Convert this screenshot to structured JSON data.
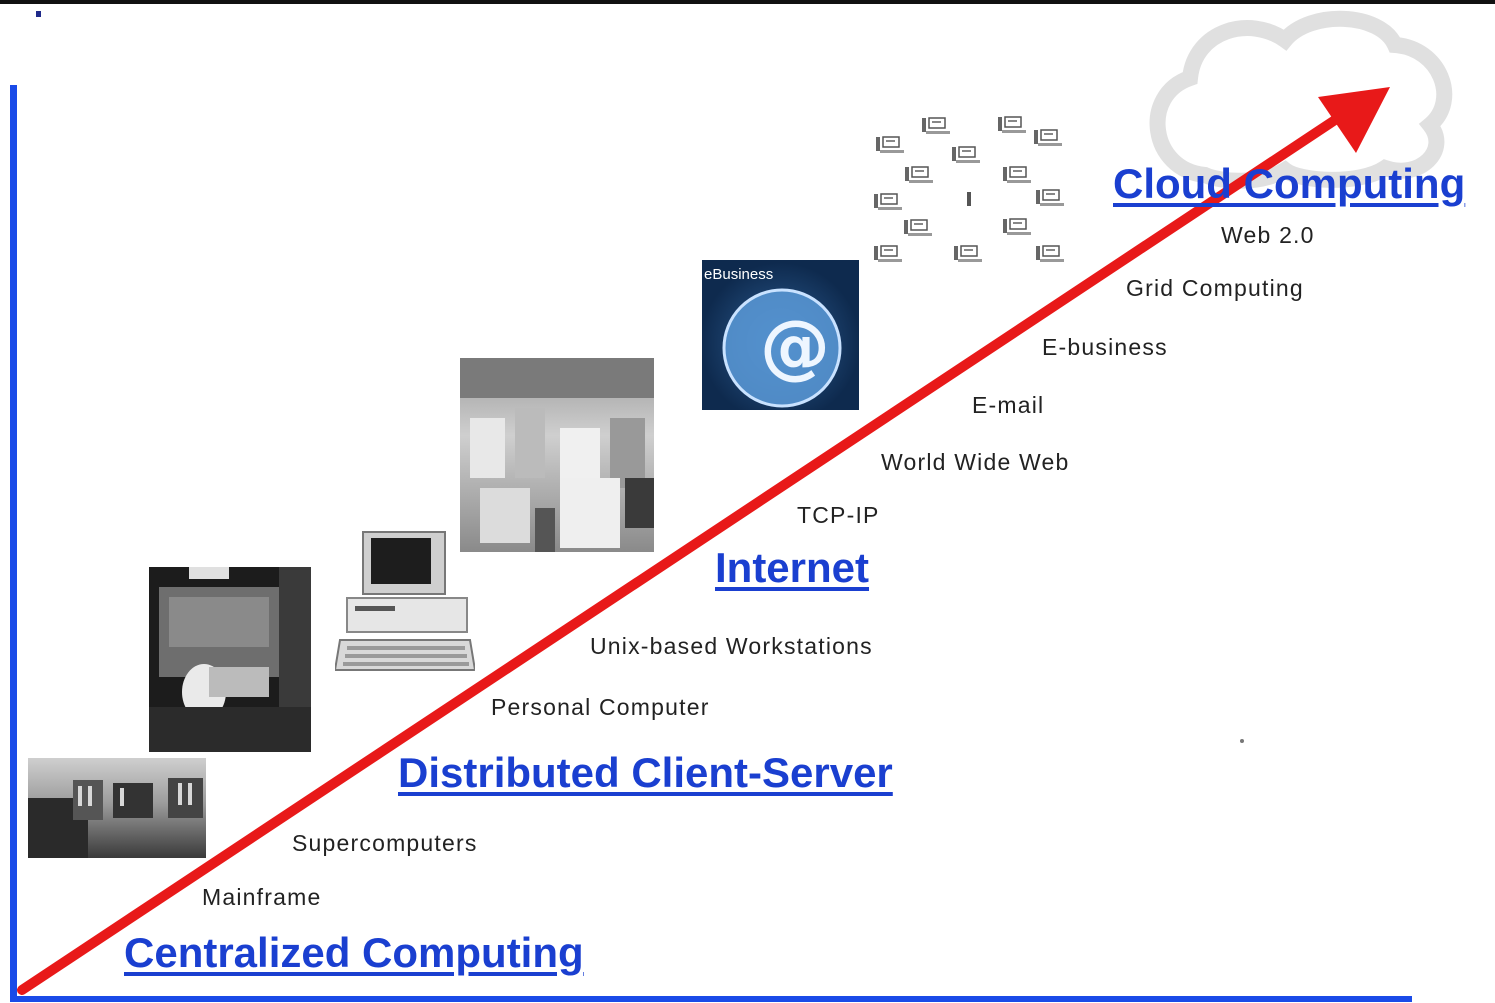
{
  "eras": {
    "centralized": "Centralized Computing",
    "distributed": "Distributed Client-Server",
    "internet": "Internet",
    "cloud": "Cloud Computing"
  },
  "milestones": {
    "mainframe": "Mainframe",
    "supercomputers": "Supercomputers",
    "personal_computer": "Personal Computer",
    "unix_workstations": "Unix-based Workstations",
    "tcp_ip": "TCP-IP",
    "www": "World Wide Web",
    "email": "E-mail",
    "ebusiness": "E-business",
    "grid": "Grid Computing",
    "web20": "Web 2.0"
  },
  "images": {
    "ebusiness_label": "eBusiness"
  },
  "colors": {
    "era_text": "#1a3fd0",
    "axis": "#1a4be8",
    "arrow": "#e81919"
  }
}
